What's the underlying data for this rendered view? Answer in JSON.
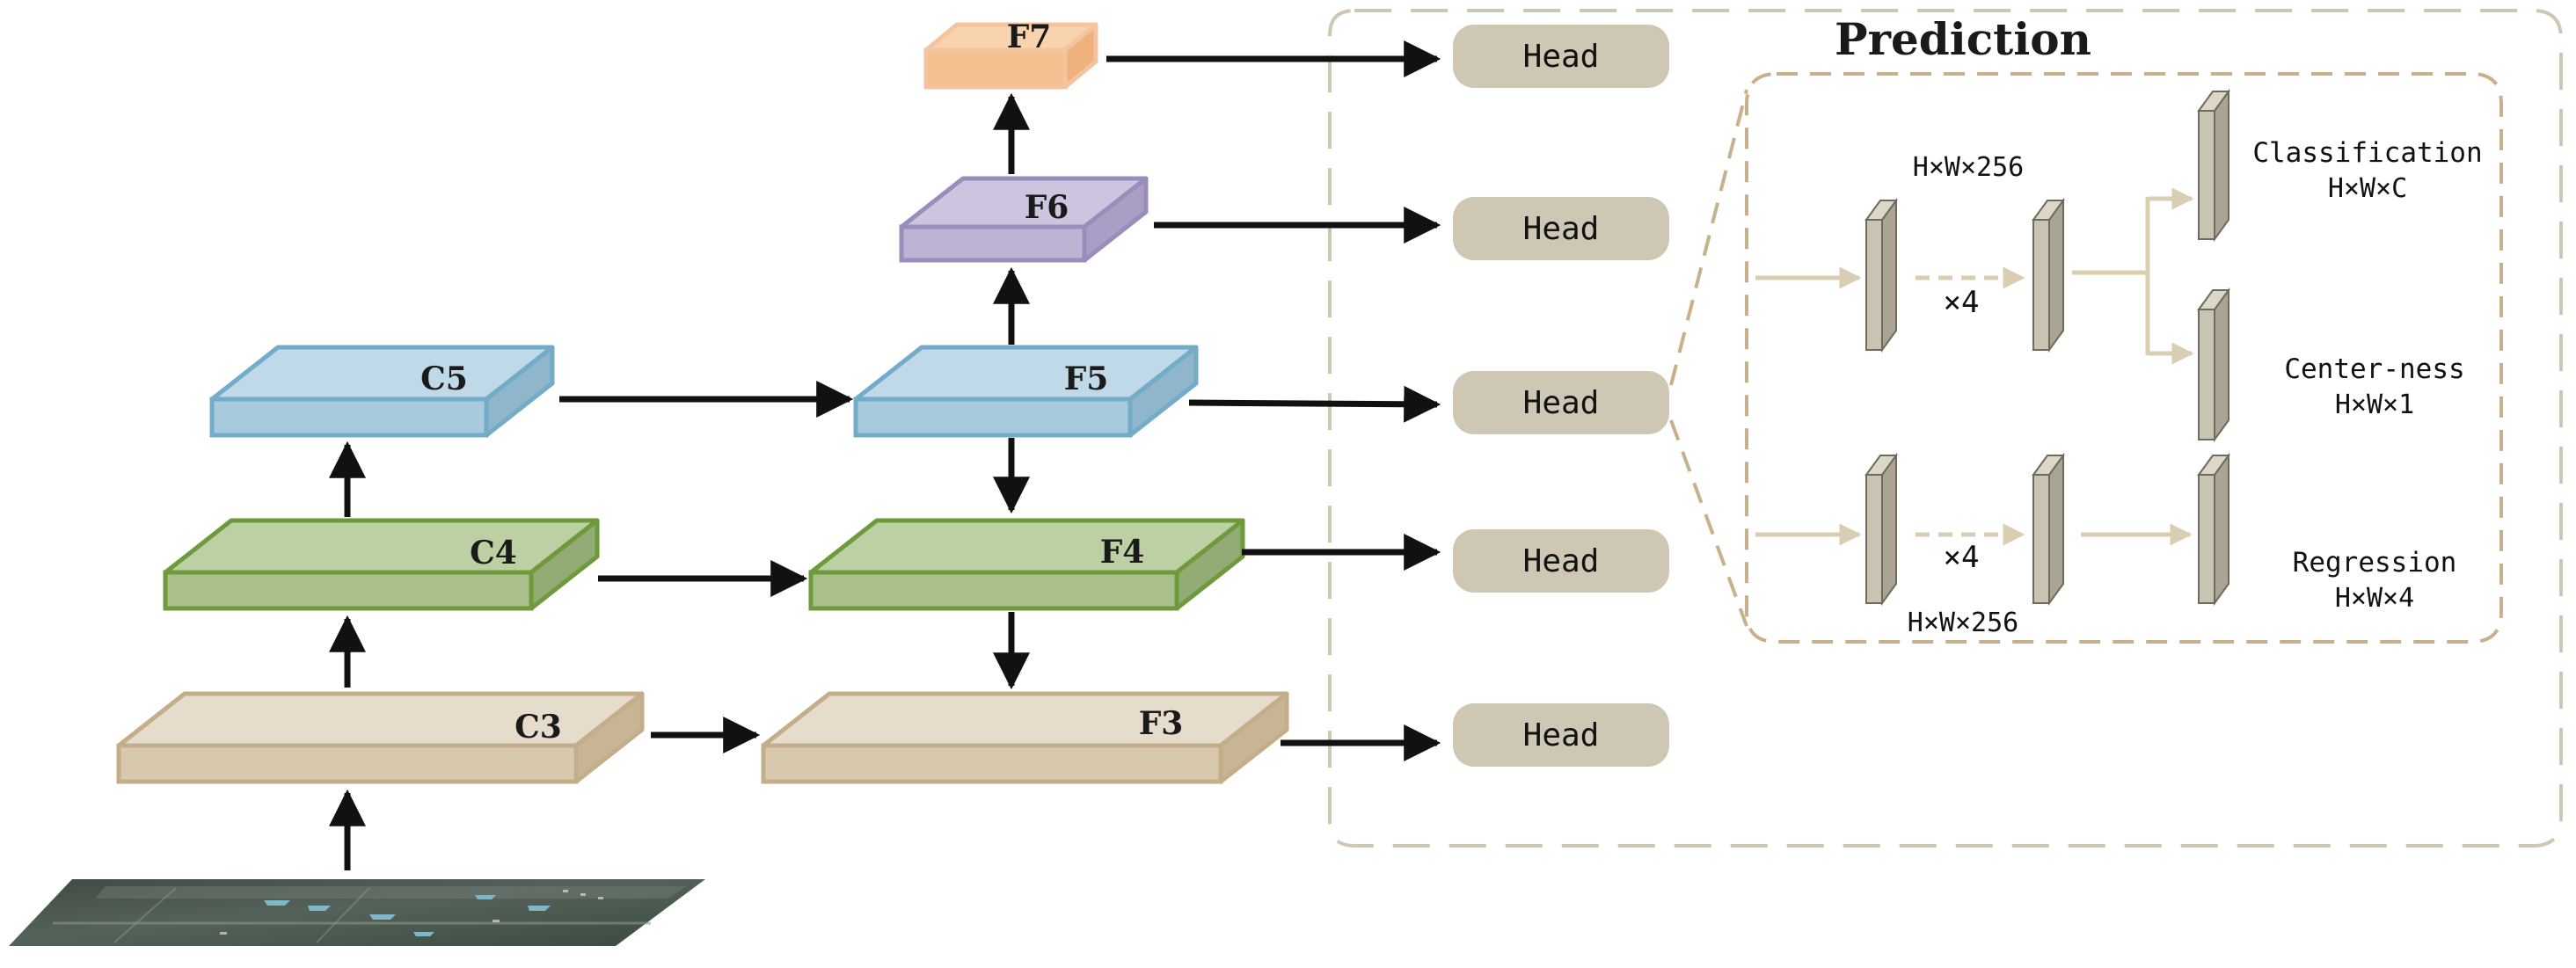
{
  "backbone": {
    "c3": {
      "label": "C3",
      "color": "#d8c9ae"
    },
    "c4": {
      "label": "C4",
      "color": "#a9c08b"
    },
    "c5": {
      "label": "C5",
      "color": "#a8cadd"
    }
  },
  "fpn": {
    "f3": {
      "label": "F3",
      "color": "#d8c9ae"
    },
    "f4": {
      "label": "F4",
      "color": "#a9c08b"
    },
    "f5": {
      "label": "F5",
      "color": "#a8cadd"
    },
    "f6": {
      "label": "F6",
      "color": "#bdb3d4"
    },
    "f7": {
      "label": "F7",
      "color": "#f4c08f"
    }
  },
  "heads": {
    "label": "Head",
    "items": [
      "Head",
      "Head",
      "Head",
      "Head",
      "Head"
    ],
    "color": "#cdc7b4"
  },
  "prediction": {
    "title": "Prediction",
    "top_branch_dims": "H×W×256",
    "bottom_branch_dims": "H×W×256",
    "repeat_top": "×4",
    "repeat_bottom": "×4",
    "classification": {
      "label": "Classification",
      "dims": "H×W×C"
    },
    "centerness": {
      "label": "Center-ness",
      "dims": "H×W×1"
    },
    "regression": {
      "label": "Regression",
      "dims": "H×W×4"
    }
  },
  "colors": {
    "arrow": "#111111",
    "dashed_outline": "#cdc7b4",
    "inner_dashed": "#c9b08c",
    "feature_bar": "#c9c4b1",
    "inner_arrow": "#d9cdb2"
  }
}
